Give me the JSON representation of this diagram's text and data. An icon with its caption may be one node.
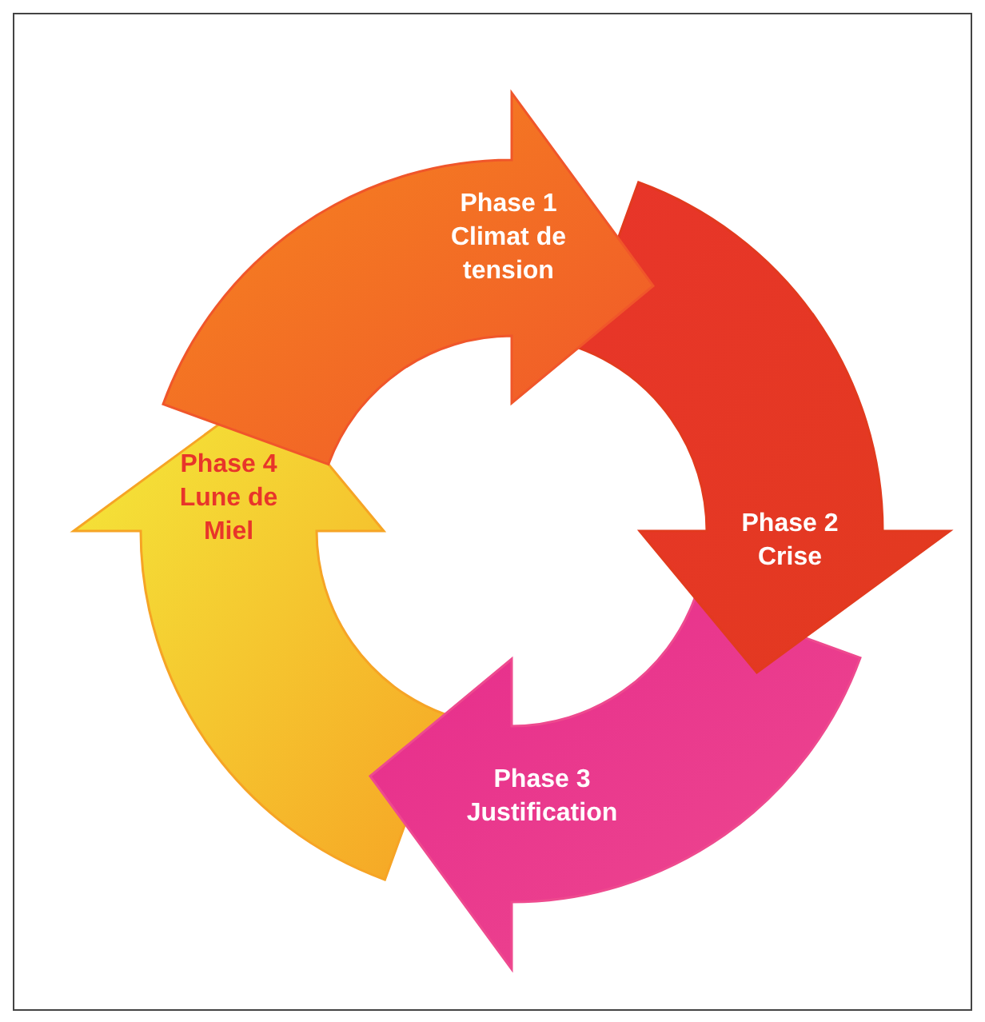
{
  "diagram": {
    "nodes": [
      {
        "text": [
          "Phase 1 Climat de tension"
        ]
      },
      {
        "text": [
          "Phase 2 Crise"
        ]
      },
      {
        "text": [
          "Phase 3 Justification"
        ]
      },
      {
        "text": [
          "Phase 4 Lune de Miel"
        ]
      }
    ]
  }
}
